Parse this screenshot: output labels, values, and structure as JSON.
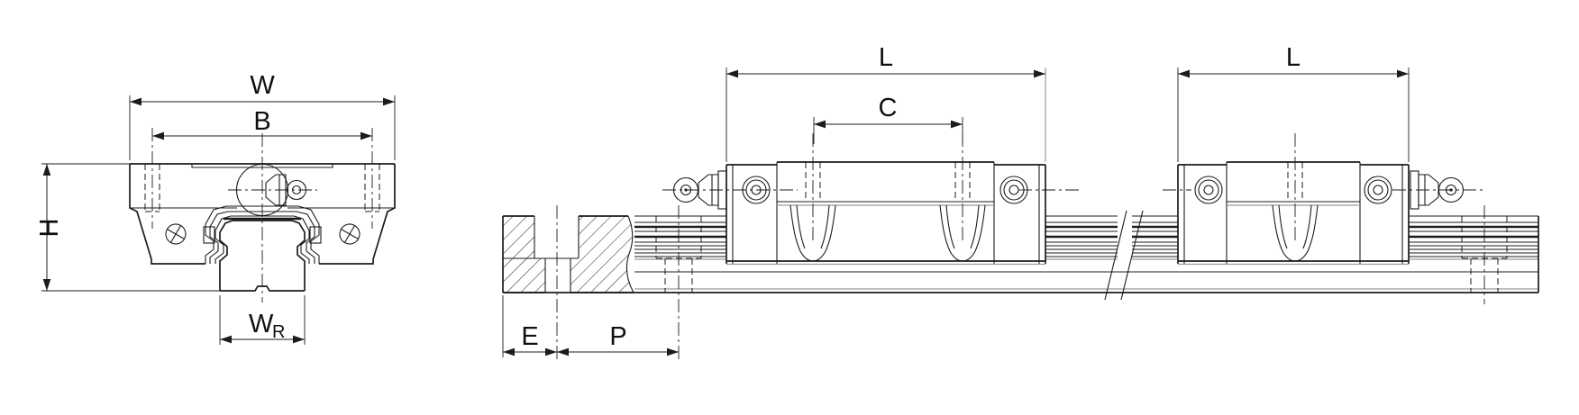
{
  "drawing": {
    "front_view": {
      "overall_width": "W",
      "block_mounting_spacing": "B",
      "assembly_height": "H",
      "rail_width": "W",
      "rail_width_subscript": "R"
    },
    "side_view": {
      "block_length_1": "L",
      "block_hole_spacing": "C",
      "block_length_2": "L",
      "edge_to_first_hole": "E",
      "rail_hole_pitch": "P"
    }
  },
  "colors": {
    "line": "#1c1c1c",
    "grey_line": "#9b9b9b",
    "background": "#ffffff",
    "text": "#101010"
  }
}
